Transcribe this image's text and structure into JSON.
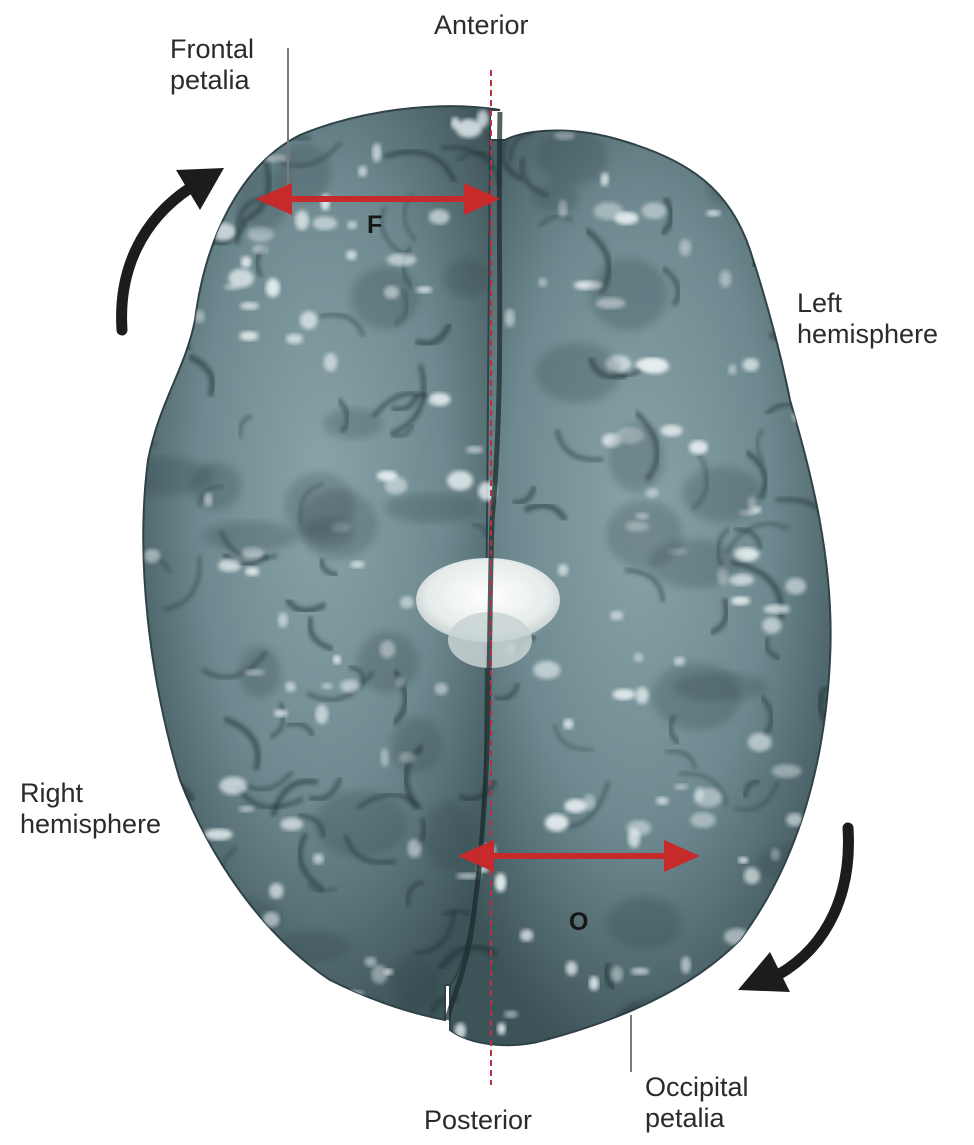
{
  "labels": {
    "anterior": "Anterior",
    "posterior": "Posterior",
    "frontal_petalia": [
      "Frontal",
      "petalia"
    ],
    "occipital_petalia": [
      "Occipital",
      "petalia"
    ],
    "left_hemisphere": [
      "Left",
      "hemisphere"
    ],
    "right_hemisphere": [
      "Right",
      "hemisphere"
    ],
    "frontal_marker": "F",
    "occipital_marker": "O"
  },
  "colors": {
    "brain_base": "#6e8a90",
    "brain_dark": "#2f4247",
    "brain_highlight": "#e6eef0",
    "petalia_arrow": "#c62a2a",
    "midline": "#b8323e",
    "rotation_arrow": "#1c1c1c",
    "leader_line": "#7a7a7a",
    "text": "#2b2b2b"
  },
  "icons": {
    "rotation_top_left": "curved-arrow-clockwise-icon",
    "rotation_bottom_right": "curved-arrow-clockwise-icon"
  }
}
